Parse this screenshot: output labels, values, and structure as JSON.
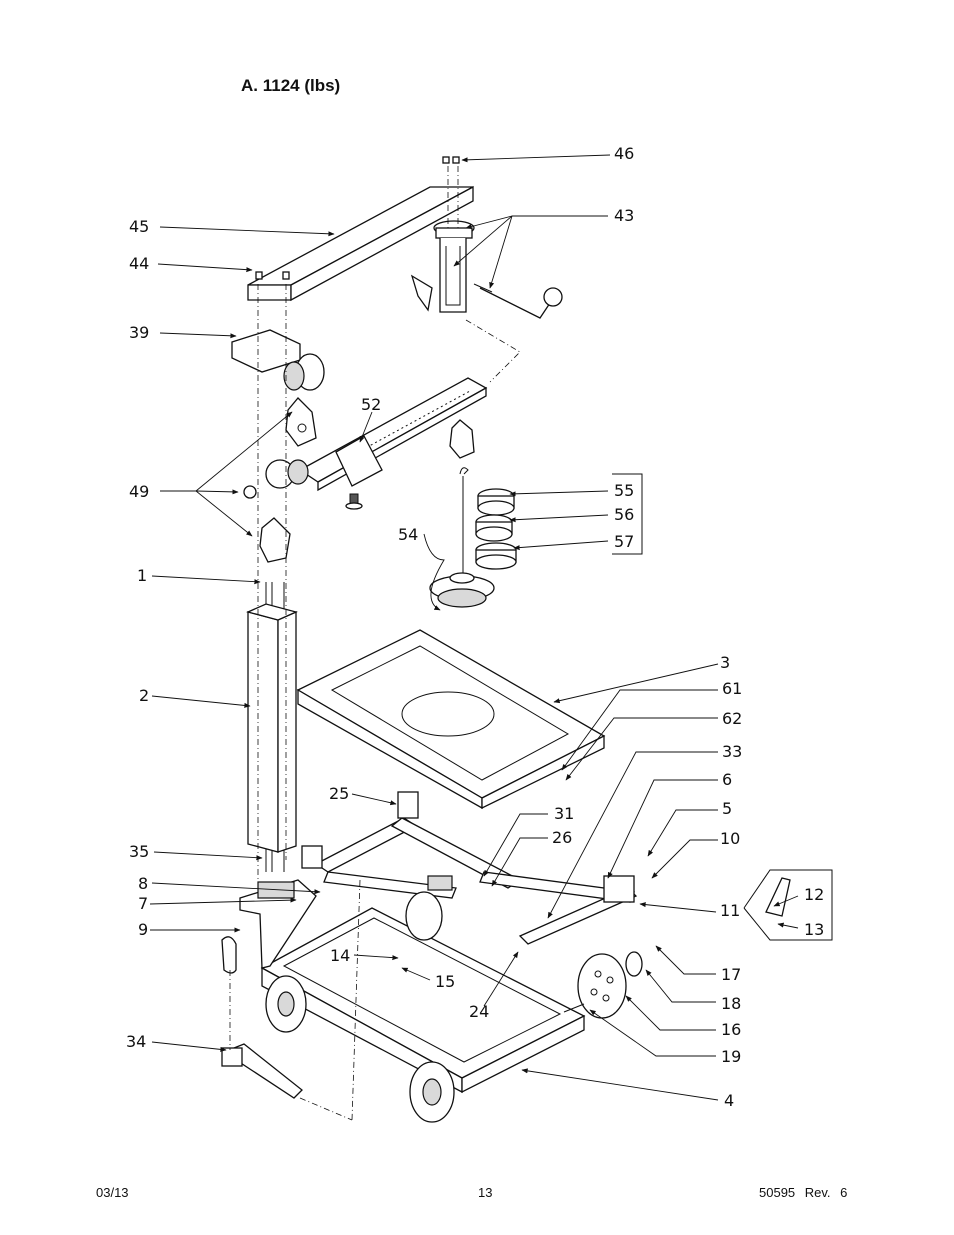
{
  "title": "A. 1124 (lbs)",
  "footer": {
    "date": "03/13",
    "page": "13",
    "doc": "50595 Rev. 6"
  },
  "callouts": [
    "46",
    "43",
    "45",
    "44",
    "39",
    "52",
    "49",
    "55",
    "56",
    "57",
    "54",
    "1",
    "3",
    "61",
    "62",
    "2",
    "33",
    "6",
    "25",
    "31",
    "5",
    "26",
    "10",
    "35",
    "8",
    "7",
    "11",
    "12",
    "13",
    "9",
    "14",
    "15",
    "17",
    "24",
    "18",
    "16",
    "34",
    "19",
    "4"
  ]
}
